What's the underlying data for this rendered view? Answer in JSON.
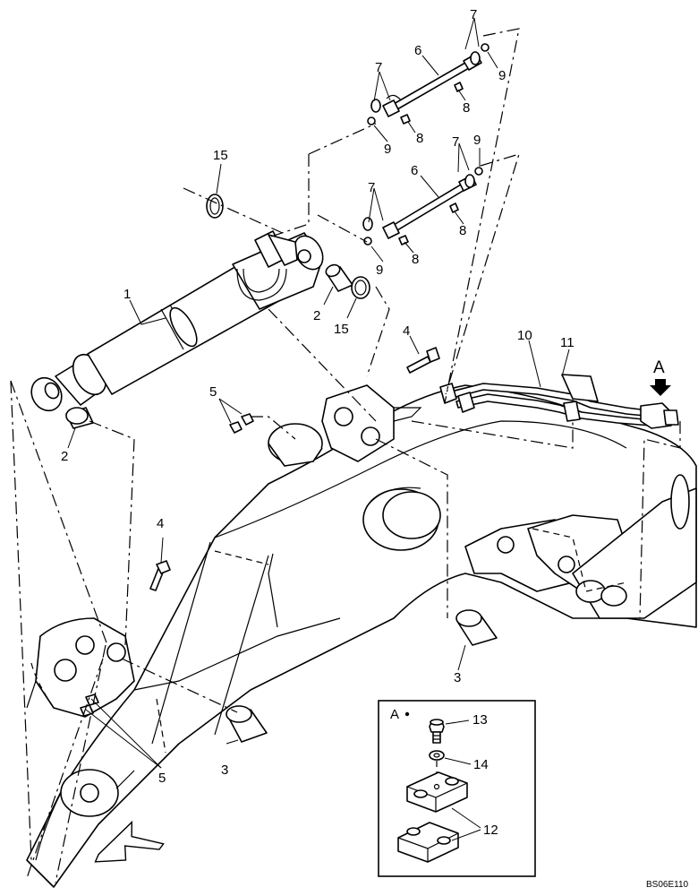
{
  "callouts": {
    "c1": "1",
    "c2a": "2",
    "c2b": "2",
    "c3a": "3",
    "c3b": "3",
    "c4a": "4",
    "c4b": "4",
    "c5a": "5",
    "c5b": "5",
    "c6a": "6",
    "c6b": "6",
    "c7a": "7",
    "c7b": "7",
    "c7c": "7",
    "c7d": "7",
    "c8a": "8",
    "c8b": "8",
    "c8c": "8",
    "c8d": "8",
    "c9a": "9",
    "c9b": "9",
    "c9c": "9",
    "c9d": "9",
    "c10": "10",
    "c11": "11",
    "c15a": "15",
    "c15b": "15"
  },
  "view_arrow_label": "A",
  "detail_box": {
    "title": "A",
    "c12": "12",
    "c13": "13",
    "c14": "14"
  },
  "drawing_code": "BS06E110"
}
